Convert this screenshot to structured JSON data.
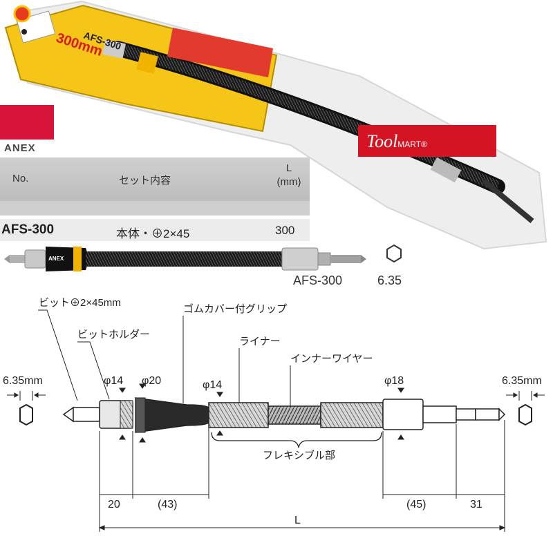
{
  "brand": {
    "logo_text": "ANEX"
  },
  "watermark": {
    "text_main": "Tool",
    "text_sub": "MART",
    "reg": "®"
  },
  "package": {
    "model_text": "AFS-300",
    "size_text": "300mm"
  },
  "spec_table": {
    "headers": {
      "no": "No.",
      "contents": "セット内容",
      "length": "L\n(mm)"
    },
    "rows": [
      {
        "no": "AFS-300",
        "contents": "本体・⊕2×45",
        "length": "300"
      }
    ]
  },
  "product": {
    "model_label": "AFS-300",
    "hex_size": "6.35",
    "grip_logo": "ANEX"
  },
  "diagram": {
    "labels": {
      "bit": "ビット⊕2×45mm",
      "bit_holder": "ビットホルダー",
      "rubber_grip": "ゴムカバー付グリップ",
      "liner": "ライナー",
      "inner_wire": "インナーワイヤー",
      "flexible": "フレキシブル部"
    },
    "diameters": {
      "d1": "φ14",
      "d2": "φ20",
      "d3": "φ14",
      "d4": "φ18"
    },
    "hex_left": "6.35mm",
    "hex_right": "6.35mm",
    "dimensions": {
      "a": "20",
      "b": "(43)",
      "c": "(45)",
      "d": "31",
      "total": "L"
    }
  },
  "colors": {
    "brand_red": "#d9143b",
    "watermark_red": "#d41423",
    "grip_yellow": "#f2b300"
  }
}
